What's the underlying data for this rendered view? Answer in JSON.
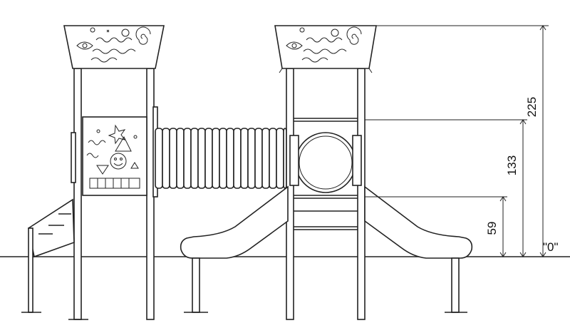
{
  "dimensions": {
    "height_225": "225",
    "height_133": "133",
    "height_59": "59",
    "ground_zero": "\"0\""
  },
  "colors": {
    "line": "#222222",
    "background": "#ffffff"
  },
  "icons": [
    "sun-icon",
    "spiral-icon",
    "star-icon",
    "triangle-icon",
    "smiley-face-icon",
    "wave-icon"
  ]
}
